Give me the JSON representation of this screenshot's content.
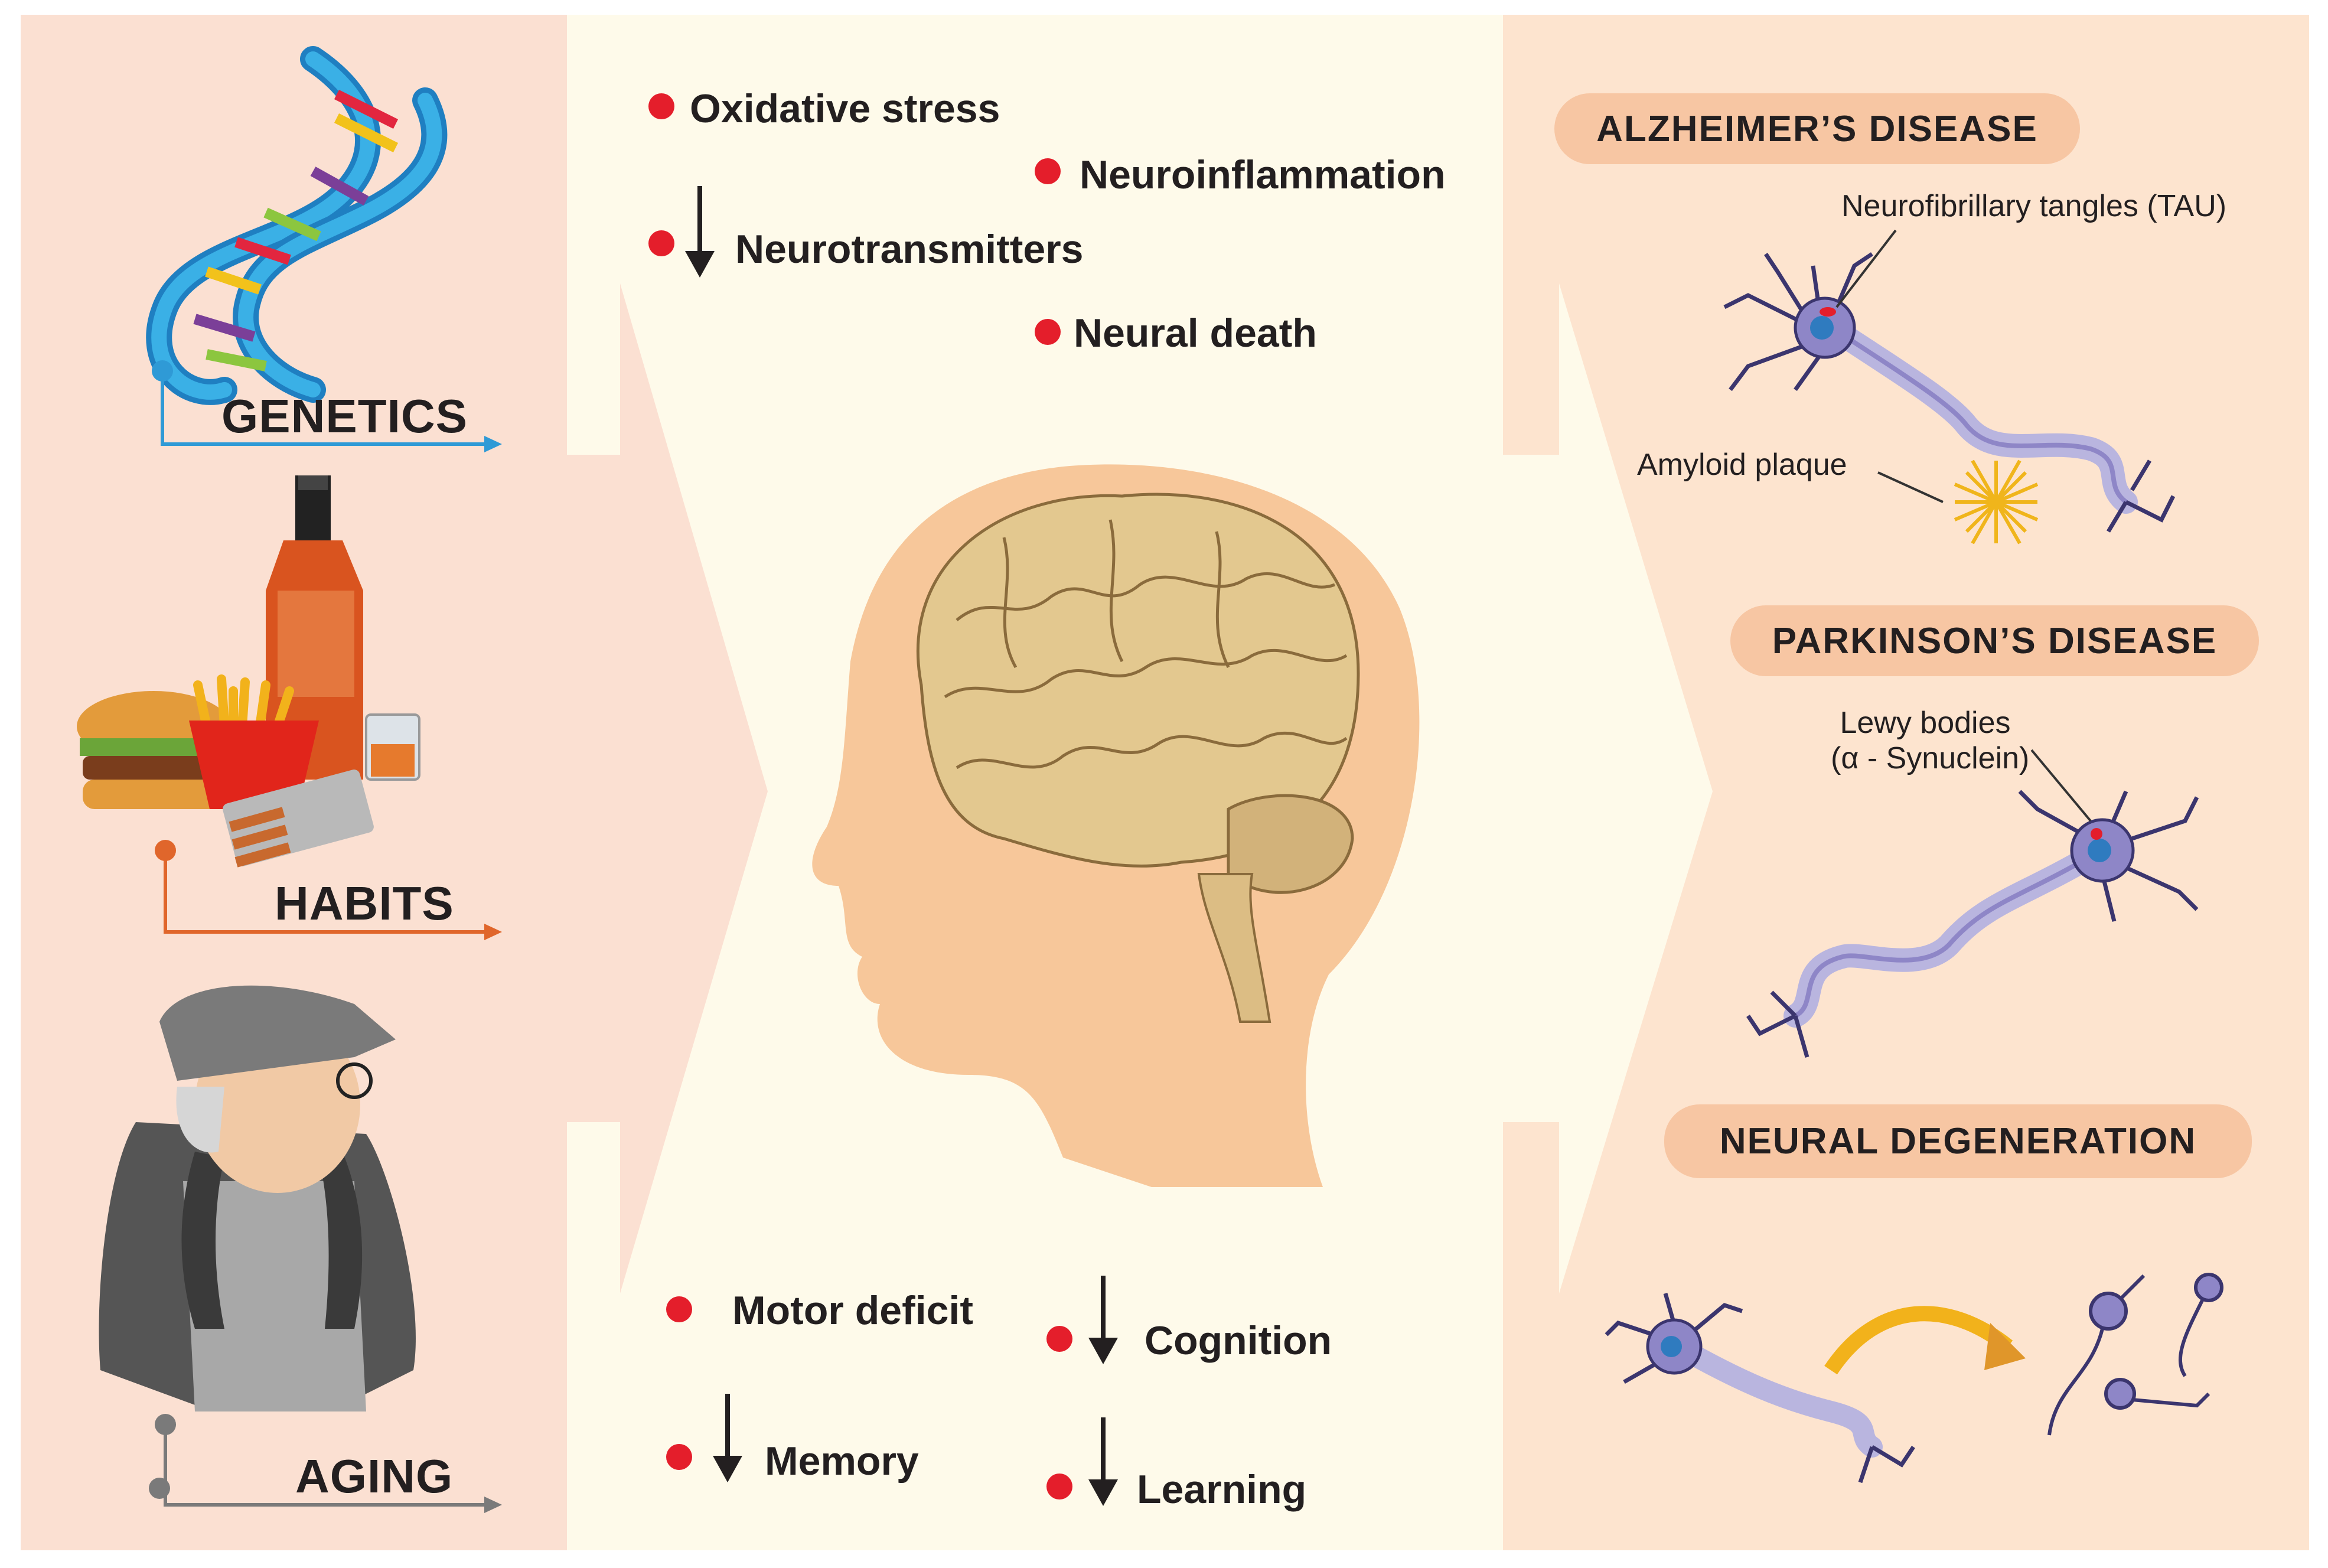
{
  "causes": {
    "genetics": "GENETICS",
    "habits": "HABITS",
    "aging": "AGING"
  },
  "mechanisms": {
    "oxidative_stress": "Oxidative  stress",
    "neuroinflammation": "Neuroinflammation",
    "neurotransmitters": "Neurotransmitters",
    "neural_death": "Neural death"
  },
  "symptoms": {
    "motor_deficit": "Motor deficit",
    "cognition": "Cognition",
    "memory": "Memory",
    "learning": "Learning"
  },
  "diseases": {
    "alzheimers": {
      "title": "ALZHEIMER’S DISEASE",
      "tangles": "Neurofibrillary tangles (TAU)",
      "plaque": "Amyloid plaque"
    },
    "parkinsons": {
      "title": "PARKINSON’S DISEASE",
      "lewy_line1": "Lewy bodies",
      "lewy_line2": "(α - Synuclein)"
    },
    "degeneration": {
      "title": "NEURAL DEGENERATION"
    }
  },
  "colors": {
    "left_panel": "#fbe0d2",
    "middle_panel": "#fefaea",
    "right_panel": "#fde4cf",
    "pill": "#f7c6a3",
    "bullet": "#e41e2b",
    "genetics_line": "#2f9ad6",
    "habits_line": "#e0662b",
    "aging_line": "#7a7a7a",
    "neuron": "#8e86c7",
    "skin": "#f7c79a",
    "brain": "#e3c88f"
  }
}
